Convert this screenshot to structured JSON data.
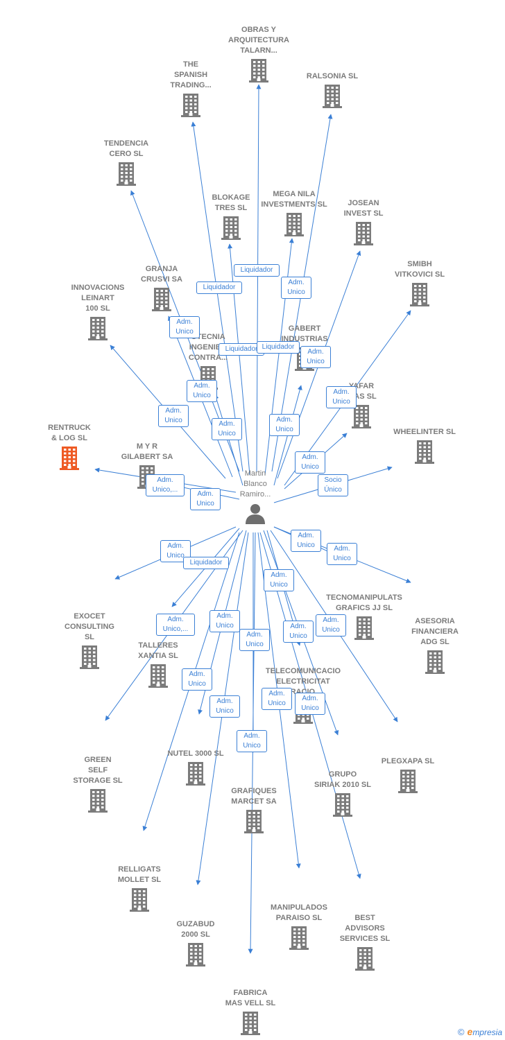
{
  "center": {
    "label": "Martin\nBlanco\nRamiro...",
    "icon": "person-icon",
    "color": "#6e6e6e"
  },
  "colors": {
    "edge": "#3a7fd5",
    "node": "#7b7b7b",
    "focus": "#ee5a24"
  },
  "companies": [
    {
      "id": "obras",
      "label": "OBRAS Y\nARQUITECTURA\nTALARN...",
      "icon": "building-icon",
      "focus": false
    },
    {
      "id": "spanish",
      "label": "THE\nSPANISH\nTRADING...",
      "icon": "building-icon",
      "focus": false
    },
    {
      "id": "ralsonia",
      "label": "RALSONIA SL",
      "icon": "building-icon",
      "focus": false
    },
    {
      "id": "tendencia",
      "label": "TENDENCIA\nCERO SL",
      "icon": "building-icon",
      "focus": false
    },
    {
      "id": "blokage",
      "label": "BLOKAGE\nTRES SL",
      "icon": "building-icon",
      "focus": false
    },
    {
      "id": "meganila",
      "label": "MEGA NILA\nINVESTMENTS SL",
      "icon": "building-icon",
      "focus": false
    },
    {
      "id": "josean",
      "label": "JOSEAN\nINVEST SL",
      "icon": "building-icon",
      "focus": false
    },
    {
      "id": "granja",
      "label": "GRANJA\nCRUSVI SA",
      "icon": "building-icon",
      "focus": false
    },
    {
      "id": "innovacions",
      "label": "INNOVACIONS\nLEINART\n100 SL",
      "icon": "building-icon",
      "focus": false
    },
    {
      "id": "smibh",
      "label": "SMIBH\nVITKOVICI SL",
      "icon": "building-icon",
      "focus": false
    },
    {
      "id": "otecnia",
      "label": "OTECNIA\nINGENIE...\nCONTRA...",
      "icon": "building-icon",
      "focus": false
    },
    {
      "id": "gabert",
      "label": "GABERT\nINDUSTRIAS",
      "icon": "building-icon",
      "focus": false
    },
    {
      "id": "yafar",
      "label": "YAFAR\nICAS SL",
      "icon": "building-icon",
      "focus": false
    },
    {
      "id": "rentruck",
      "label": "RENTRUCK\n& LOG SL",
      "icon": "building-icon",
      "focus": true
    },
    {
      "id": "myr",
      "label": "M Y R\nGILABERT SA",
      "icon": "building-icon",
      "focus": false
    },
    {
      "id": "wheelinter",
      "label": "WHEELINTER SL",
      "icon": "building-icon",
      "focus": false
    },
    {
      "id": "tecnomanip",
      "label": "TECNOMANIPULATS\nGRAFICS JJ SL",
      "icon": "building-icon",
      "focus": false
    },
    {
      "id": "asesoria",
      "label": "ASESORIA\nFINANCIERA\nADG SL",
      "icon": "building-icon",
      "focus": false
    },
    {
      "id": "exocet",
      "label": "EXOCET\nCONSULTING\nSL",
      "icon": "building-icon",
      "focus": false
    },
    {
      "id": "talleres",
      "label": "TALLERES\nXANTIA SL",
      "icon": "building-icon",
      "focus": false
    },
    {
      "id": "telecom",
      "label": "TELECOMUNICACIO\nELECTRICITAT\nURACIO...",
      "icon": "building-icon",
      "focus": false
    },
    {
      "id": "green",
      "label": "GREEN\nSELF\nSTORAGE SL",
      "icon": "building-icon",
      "focus": false
    },
    {
      "id": "nutel",
      "label": "NUTEL 3000 SL",
      "icon": "building-icon",
      "focus": false
    },
    {
      "id": "grupo",
      "label": "GRUPO\nSIRIAK 2010 SL",
      "icon": "building-icon",
      "focus": false
    },
    {
      "id": "plegxapa",
      "label": "PLEGXAPA SL",
      "icon": "building-icon",
      "focus": false
    },
    {
      "id": "grafiques",
      "label": "GRAFIQUES\nMARCET SA",
      "icon": "building-icon",
      "focus": false
    },
    {
      "id": "relligats",
      "label": "RELLIGATS\nMOLLET SL",
      "icon": "building-icon",
      "focus": false
    },
    {
      "id": "guzabud",
      "label": "GUZABUD\n2000 SL",
      "icon": "building-icon",
      "focus": false
    },
    {
      "id": "manipulados",
      "label": "MANIPULADOS\nPARAISO SL",
      "icon": "building-icon",
      "focus": false
    },
    {
      "id": "best",
      "label": "BEST\nADVISORS\nSERVICES SL",
      "icon": "building-icon",
      "focus": false
    },
    {
      "id": "fabrica",
      "label": "FABRICA\nMAS VELL SL",
      "icon": "building-icon",
      "focus": false
    }
  ],
  "relations": [
    "Liquidador",
    "Liquidador",
    "Adm.\nUnico",
    "Adm.\nUnico",
    "Liquidador",
    "Liquidador",
    "Adm.\nUnico",
    "Adm.\nUnico",
    "Adm.\nUnico",
    "Adm.\nUnico",
    "Adm.\nUnico",
    "Adm.\nUnico",
    "Adm.\nUnico",
    "Adm.\nUnico,...",
    "Adm.\nUnico",
    "Socio\nÚnico",
    "Adm.\nUnico",
    "Adm.\nUnico",
    "Adm.\nUnico",
    "Liquidador",
    "Adm.\nUnico",
    "Adm.\nUnico,...",
    "Adm.\nUnico",
    "Adm.\nUnico",
    "Adm.\nUnico",
    "Adm.\nUnico",
    "Adm.\nUnico",
    "Adm.\nUnico",
    "Adm.\nUnico",
    "Adm.\nUnico",
    "Adm.\nUnico"
  ],
  "footer": {
    "copyright": "©",
    "brand_initial": "e",
    "brand_rest": "mpresia"
  }
}
